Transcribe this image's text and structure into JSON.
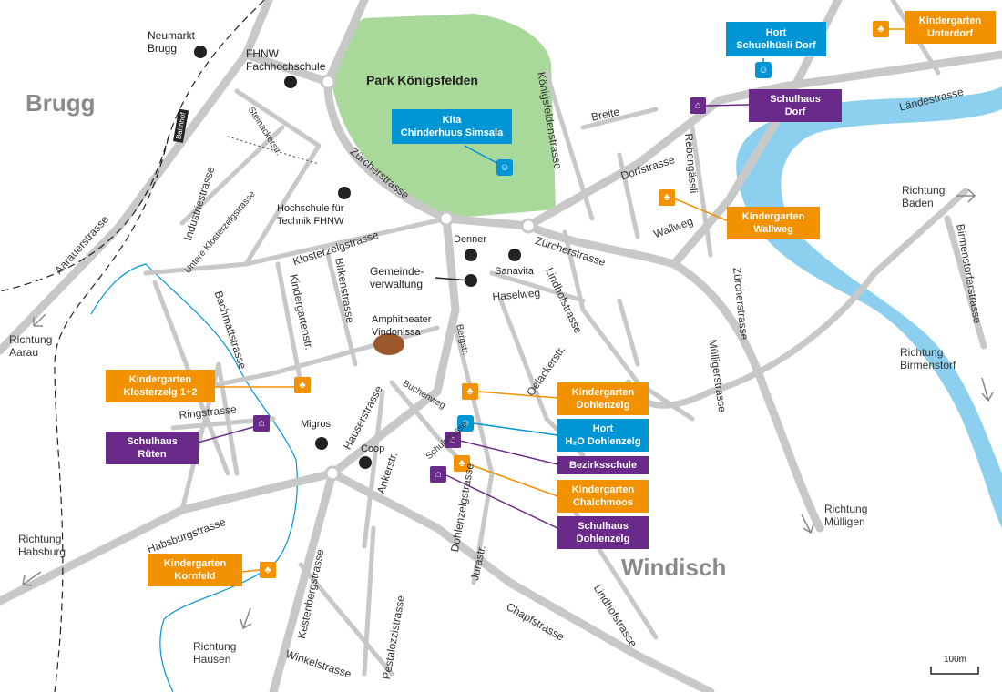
{
  "towns": {
    "brugg": "Brugg",
    "windisch": "Windisch"
  },
  "park": "Park Königsfelden",
  "bahnhof": "Bahnhof",
  "places": {
    "neumarkt": [
      "Neumarkt",
      "Brugg"
    ],
    "fhnw": [
      "FHNW",
      "Fachhochschule"
    ],
    "hochschule": [
      "Hochschule für",
      "Technik FHNW"
    ],
    "denner": "Denner",
    "sanavita": "Sanavita",
    "gemeinde": [
      "Gemeinde-",
      "verwaltung"
    ],
    "amphi": [
      "Amphitheater",
      "Vindonissa"
    ],
    "migros": "Migros",
    "coop": "Coop"
  },
  "directions": {
    "aarau": [
      "Richtung",
      "Aarau"
    ],
    "baden": [
      "Richtung",
      "Baden"
    ],
    "birmenstorf": [
      "Richtung",
      "Birmenstorf"
    ],
    "muelligen": [
      "Richtung",
      "Mülligen"
    ],
    "habsburg": [
      "Richtung",
      "Habsburg"
    ],
    "hausen": [
      "Richtung",
      "Hausen"
    ]
  },
  "facilities": {
    "kita_simsala": [
      "Kita",
      "Chinderhuus Simsala"
    ],
    "hort_dorf": [
      "Hort",
      "Schuelhüsli Dorf"
    ],
    "kg_unterdorf": [
      "Kindergarten",
      "Unterdorf"
    ],
    "sh_dorf": [
      "Schulhaus",
      "Dorf"
    ],
    "kg_wallweg": [
      "Kindergarten",
      "Wallweg"
    ],
    "kg_klosterzelg": [
      "Kindergarten",
      "Klosterzelg 1+2"
    ],
    "sh_rueten": [
      "Schulhaus",
      "Rüten"
    ],
    "kg_dohlenzelg": [
      "Kindergarten",
      "Dohlenzelg"
    ],
    "hort_h2o": [
      "Hort",
      "H₂O Dohlenzelg"
    ],
    "bezirksschule": [
      "Bezirksschule"
    ],
    "kg_chalchmoos": [
      "Kindergarten",
      "Chalchmoos"
    ],
    "sh_dohlenzelg": [
      "Schulhaus",
      "Dohlenzelg"
    ],
    "kg_kornfeld": [
      "Kindergarten",
      "Kornfeld"
    ]
  },
  "streets": {
    "aarauerstrasse": "Aarauerstrasse",
    "industriestrasse": "Industriestrasse",
    "untere_klosterzelg": "Untere Klosterzelgstrasse",
    "steinacker": "Steinackerstr.",
    "zuercher1": "Zürcherstrasse",
    "klosterzelg": "Klosterzelgstrasse",
    "koenigsfelden": "Königsfeldenstrasse",
    "breite": "Breite",
    "dorfstrasse": "Dorfstrasse",
    "rebengaessli": "Rebengässli",
    "laendestrasse": "Ländestrasse",
    "wallweg": "Wallweg",
    "zuercher2": "Zürcherstrasse",
    "zuercher3": "Zürcherstrasse",
    "lindhof1": "Lindhofstrasse",
    "haselweg": "Haselweg",
    "bachmatt": "Bachmattstrasse",
    "kindergarten": "Kindergartenstr.",
    "birken": "Birkenstrasse",
    "hauser": "Hauserstrasse",
    "bergstr": "Bergstr.",
    "buchenweg": "Buchenweg",
    "schulstrasse": "Schulstrasse",
    "oelacker": "Oelackerstr.",
    "muelliger": "Mülligerstrasse",
    "birmenstorfer": "Birmenstorferstrasse",
    "ringstrasse": "Ringstrasse",
    "anker": "Ankerstr.",
    "dohlenzelg": "Dohlenzelgstrasse",
    "jura": "Jurastr.",
    "habsburg": "Habsburgstrasse",
    "kestenberg": "Kestenbergstrasse",
    "pestalozzi": "Pestalozzistrasse",
    "winkel": "Winkelstrasse",
    "chapf": "Chapfstrasse",
    "lindhof2": "Lindhofstrasse"
  },
  "scale": "100m",
  "colors": {
    "kindergarten": "#f39200",
    "schulhaus": "#6a2a8a",
    "hort": "#0096d6",
    "park": "#a8d89a",
    "river": "#8ccfee",
    "road": "#c8c8c8"
  }
}
